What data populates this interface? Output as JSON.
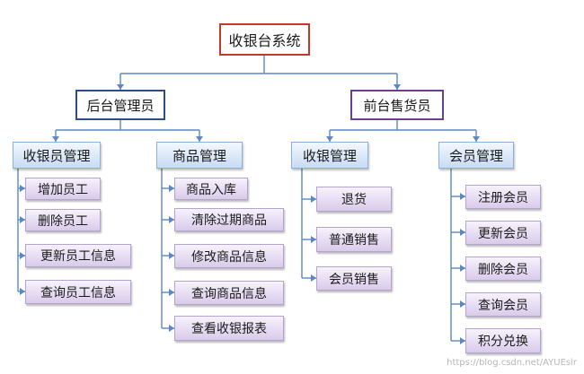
{
  "root": "收银台系统",
  "roles": {
    "admin": "后台管理员",
    "cashier": "前台售货员"
  },
  "categories": {
    "staff_mgmt": "收银员管理",
    "goods_mgmt": "商品管理",
    "checkout_mgmt": "收银管理",
    "member_mgmt": "会员管理"
  },
  "staff_items": [
    "增加员工",
    "删除员工",
    "更新员工信息",
    "查询员工信息"
  ],
  "goods_items": [
    "商品入库",
    "清除过期商品",
    "修改商品信息",
    "查询商品信息",
    "查看收银报表"
  ],
  "checkout_items": [
    "退货",
    "普通销售",
    "会员销售"
  ],
  "member_items": [
    "注册会员",
    "更新会员",
    "删除会员",
    "查询会员",
    "积分兑换"
  ],
  "watermark": "https://blog.csdn.net/AYUEsir",
  "colors": {
    "connector": "#5b87c5",
    "root_border": "#c0392b",
    "admin_border": "#2e4d88",
    "cashier_border": "#6b3f8a"
  }
}
